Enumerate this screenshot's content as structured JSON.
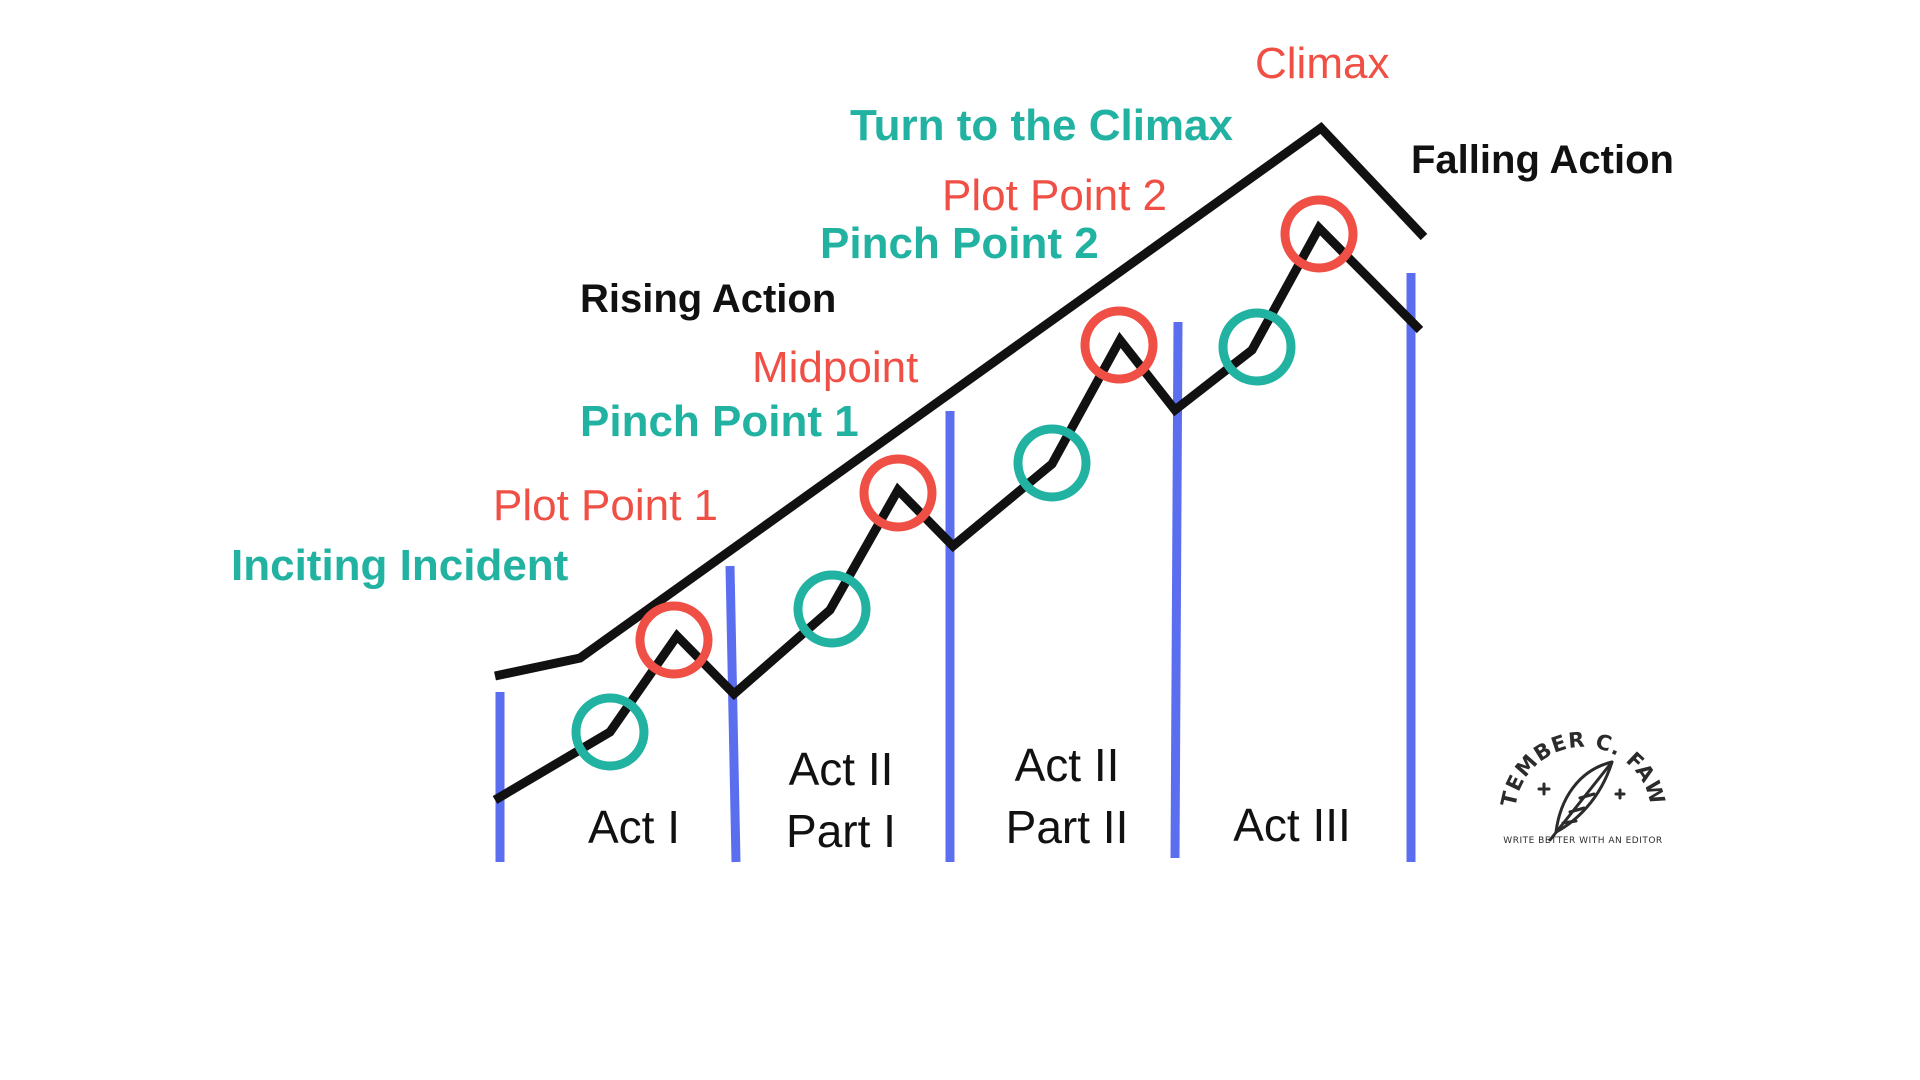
{
  "diagram": {
    "labels": {
      "climax": "Climax",
      "turn_to_climax": "Turn to the Climax",
      "falling_action": "Falling Action",
      "plot_point_2": "Plot Point 2",
      "pinch_point_2": "Pinch Point 2",
      "rising_action": "Rising Action",
      "midpoint": "Midpoint",
      "pinch_point_1": "Pinch Point 1",
      "plot_point_1": "Plot Point 1",
      "inciting_incident": "Inciting Incident"
    },
    "acts": {
      "act1": "Act I",
      "act2a_line1": "Act II",
      "act2a_line2": "Part I",
      "act2b_line1": "Act II",
      "act2b_line2": "Part II",
      "act3": "Act III"
    },
    "colors": {
      "red": "#ef4f44",
      "teal": "#22b2a2",
      "blue": "#5b6ef0",
      "black": "#111111"
    }
  },
  "logo": {
    "name": "SEPTEMBER C. FAWKES",
    "tagline": "WRITE BETTER WITH AN EDITOR",
    "icon": "quill-feather-icon"
  }
}
